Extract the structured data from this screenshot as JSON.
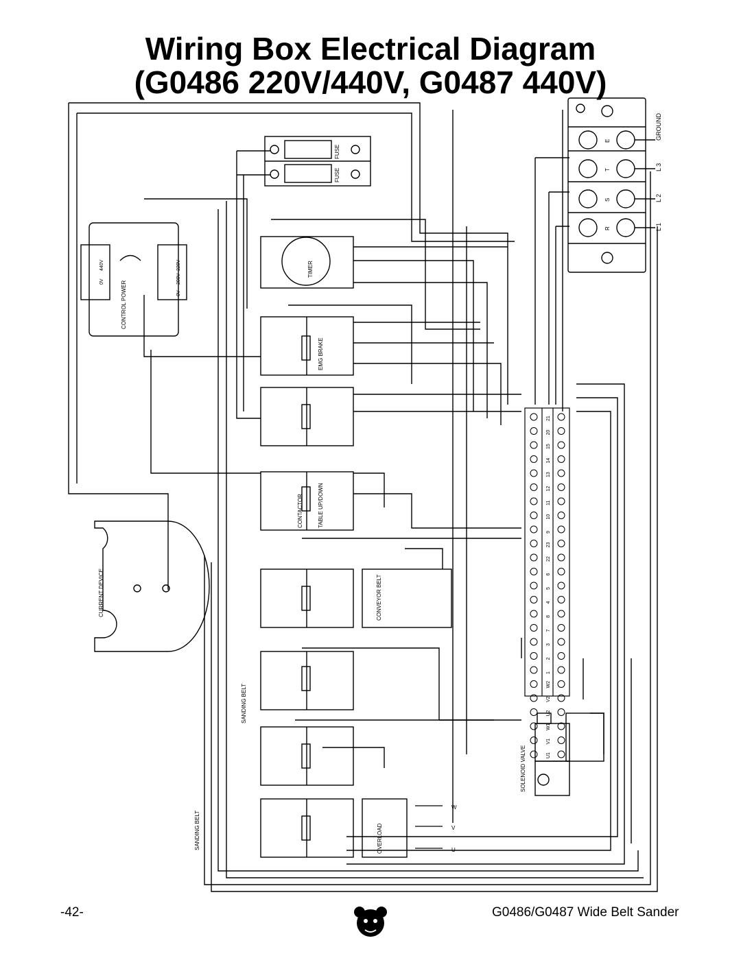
{
  "title_line1": "Wiring Box Electrical Diagram",
  "title_line2": "(G0486 220V/440V, G0487 440V)",
  "footer": {
    "page": "-42-",
    "model": "G0486/G0487 Wide Belt Sander"
  },
  "labels": {
    "fuse": "FUSE",
    "timer": "TIMER",
    "control_power": "CONTROL POWER",
    "emg_brake": "EMG BRAKE",
    "contactor": "CONTACTOR",
    "table_up_down": "TABLE UP/DOWN",
    "current_device": "CURRENT DEVICE",
    "conveyor_belt": "CONVEYOR BELT",
    "overload": "OVERLOAD",
    "sanding_belt_1": "SANDING BELT",
    "sanding_belt_2": "SANDING BELT",
    "solenoid_valve": "SOLENOID VALVE",
    "ground": "GROUND",
    "l1": "L 1",
    "l2": "L 2",
    "l3": "L 3",
    "e": "E",
    "t": "T",
    "s": "S",
    "r": "R",
    "v440": "440V",
    "v0a": "0V",
    "v220": "220V",
    "v200": "200V",
    "v0b": "0V",
    "w": "W",
    "v": "V",
    "u": "U"
  },
  "terminal_labels": [
    "21",
    "20",
    "15",
    "14",
    "13",
    "12",
    "11",
    "10",
    "9",
    "23",
    "22",
    "6",
    "5",
    "4",
    "8",
    "7",
    "3",
    "2",
    "1"
  ],
  "motor_terminals": [
    "W2",
    "V2",
    "U2",
    "W1",
    "V1",
    "U1"
  ],
  "colors": {
    "ink": "#000000",
    "paper": "#ffffff"
  }
}
